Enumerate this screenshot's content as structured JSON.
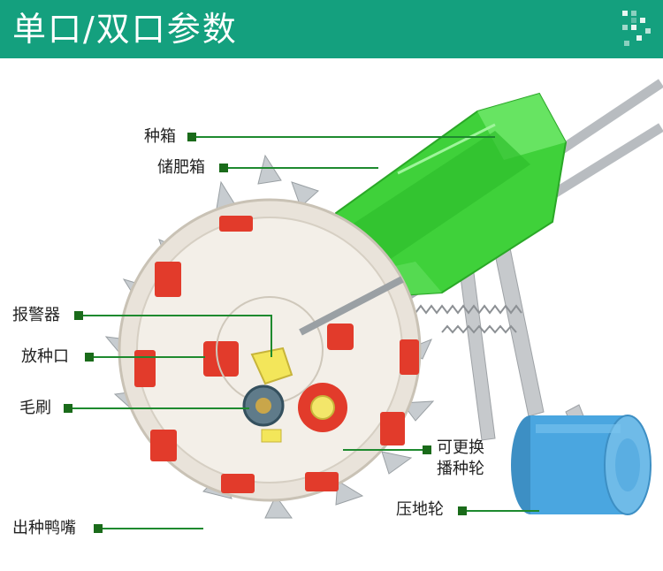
{
  "banner": {
    "title": "单口/双口参数",
    "color": "#14a07e"
  },
  "labels": {
    "seed_box": "种箱",
    "fertilizer_box": "储肥箱",
    "alarm": "报警器",
    "seed_outlet": "放种口",
    "brush": "毛刷",
    "replaceable_wheel_line1": "可更换",
    "replaceable_wheel_line2": "播种轮",
    "duckbill": "出种鸭嘴",
    "press_wheel": "压地轮"
  },
  "colors": {
    "marker": "#1a6b1a",
    "leader": "#1e8a2f",
    "hopper": "#3fd13a",
    "roller": "#4aa6e0",
    "accent_red": "#e23b2b"
  }
}
